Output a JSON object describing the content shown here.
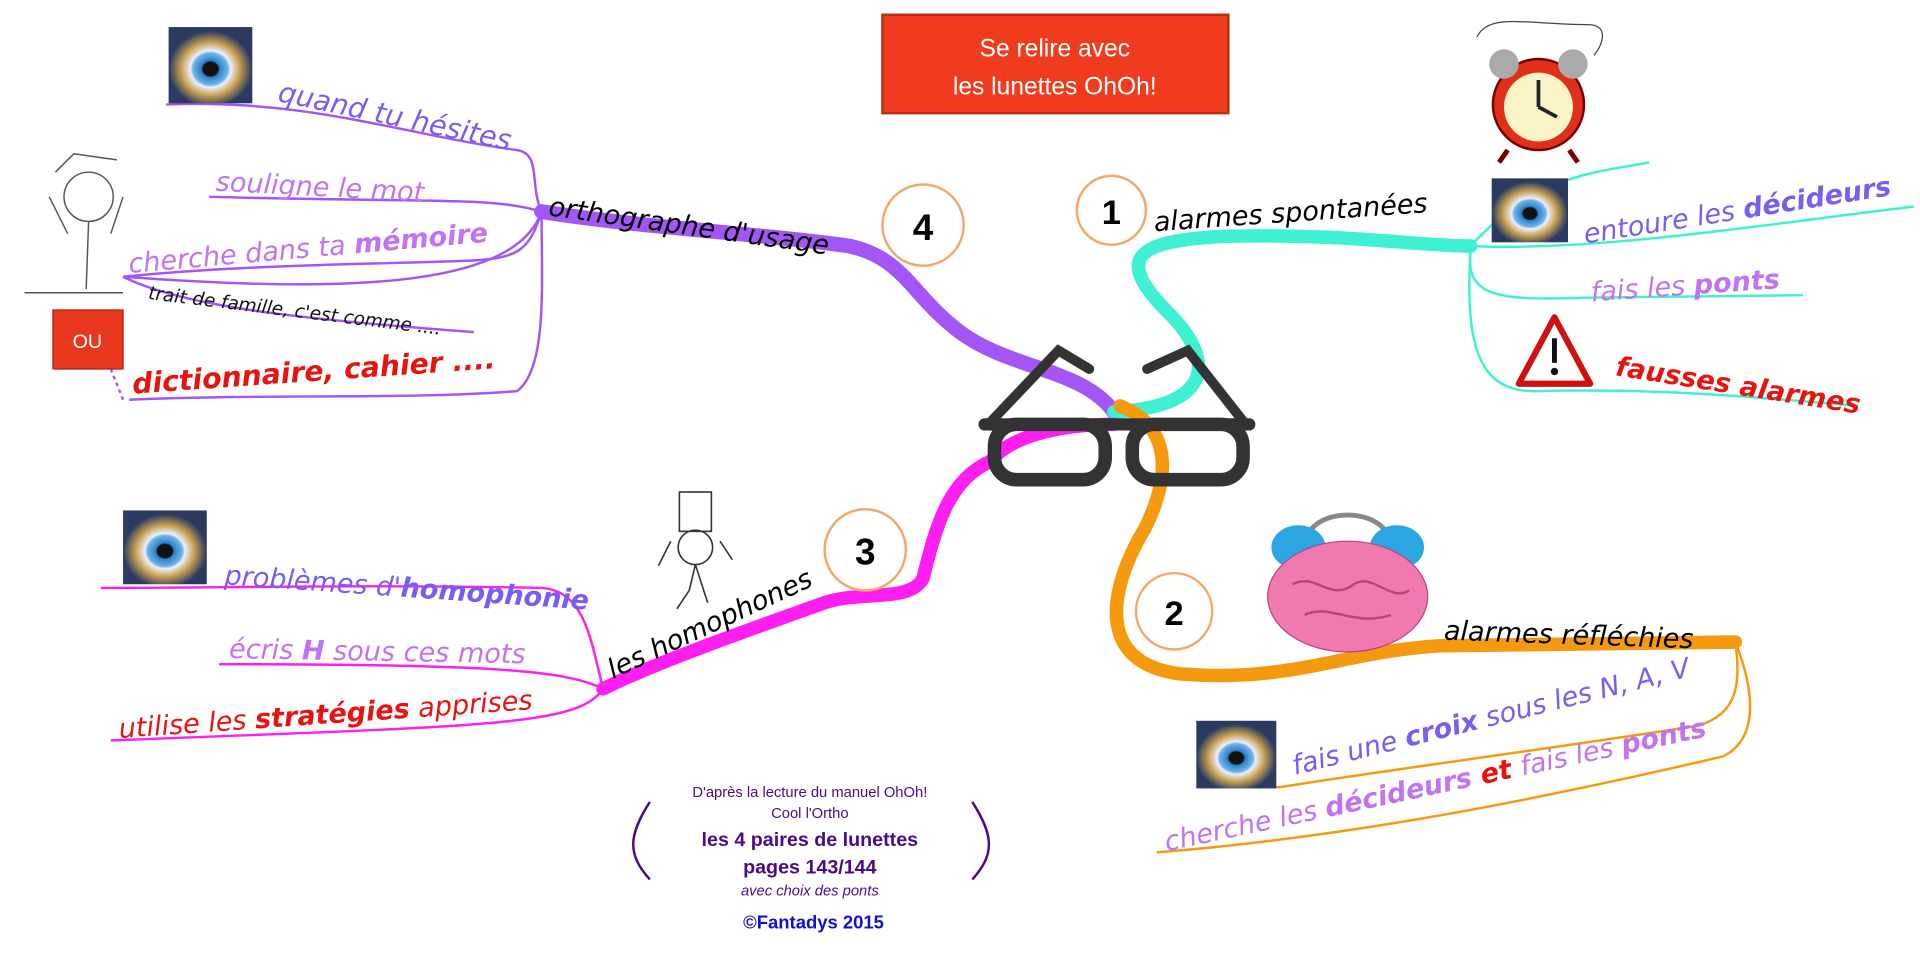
{
  "title": {
    "line1": "Se relire avec",
    "line2": "les lunettes OhOh!"
  },
  "colors": {
    "title_bg": "#f03c1e",
    "purple": "#a356f5",
    "teal": "#3ff0d2",
    "orange": "#f5990f",
    "magenta": "#ff1ef0",
    "red": "#e8120e",
    "violet": "#7a5cf0",
    "lilac": "#c173f0",
    "circle": "#f2a868",
    "caption": "#4b0a8a",
    "copyright": "#1010d0"
  },
  "branches": {
    "usage": {
      "number": "4",
      "label": "orthographe d'usage",
      "items": {
        "hesites": "quand tu hésites",
        "souligne": "souligne le mot",
        "cherche_a": "cherche dans ta ",
        "cherche_b": "mémoire",
        "famille": "trait de famille, c'est comme ....",
        "ou": "OU",
        "dico": "dictionnaire, cahier ...."
      }
    },
    "spontanees": {
      "number": "1",
      "label": "alarmes spontanées",
      "items": {
        "entoure_a": "entoure les ",
        "entoure_b": "décideurs",
        "ponts_a": "fais les ",
        "ponts_b": "ponts",
        "fausses": "fausses alarmes"
      }
    },
    "reflechies": {
      "number": "2",
      "label": "alarmes réfléchies",
      "items": {
        "croix_a": "fais une ",
        "croix_b": "croix",
        "croix_c": " sous les N, A, V",
        "cherche_a": "cherche les ",
        "cherche_b": "décideurs",
        "cherche_c": " et ",
        "cherche_d": "fais les ",
        "cherche_e": "ponts"
      }
    },
    "homophones": {
      "number": "3",
      "label": "les homophones",
      "items": {
        "problemes_a": "problèmes d'",
        "problemes_b": "homophonie",
        "ecris_a": "écris ",
        "ecris_b": "H",
        "ecris_c": " sous ces mots",
        "strat_a": "utilise les ",
        "strat_b": "stratégies",
        "strat_c": " apprises"
      }
    }
  },
  "caption": {
    "line1": "D'après la lecture du manuel OhOh!",
    "line2": "Cool l'Ortho",
    "line3": "les 4 paires de lunettes",
    "line4": "pages 143/144",
    "line5": "avec choix des ponts",
    "copyright": "©Fantadys 2015"
  }
}
